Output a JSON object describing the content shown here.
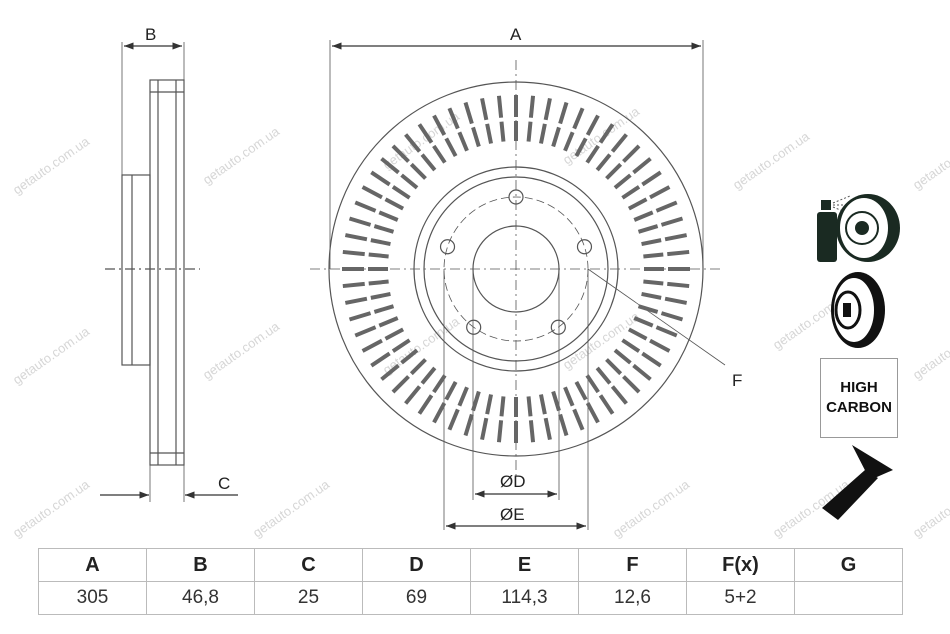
{
  "watermark": "getauto.com.ua",
  "dimension_labels": {
    "A": "A",
    "B": "B",
    "C": "C",
    "D": "ØD",
    "E": "ØE",
    "F": "F"
  },
  "icons": [
    "coated-disc-spray-icon",
    "vented-disc-icon",
    "high-carbon-badge",
    "screw-icon"
  ],
  "high_carbon": {
    "line1": "HIGH",
    "line2": "CARBON"
  },
  "table": {
    "headers": [
      "A",
      "B",
      "C",
      "D",
      "E",
      "F",
      "F(x)",
      "G"
    ],
    "values": [
      "305",
      "46,8",
      "25",
      "69",
      "114,3",
      "12,6",
      "5+2",
      ""
    ]
  }
}
